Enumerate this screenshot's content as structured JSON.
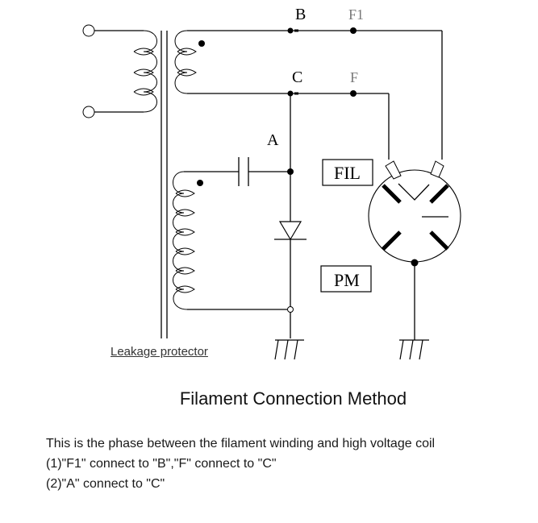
{
  "diagram": {
    "title": "Filament Connection Method",
    "labels": {
      "B": "B",
      "C": "C",
      "A": "A",
      "F1": "F1",
      "F": "F",
      "FIL": "FIL",
      "PM": "PM"
    },
    "leakage_label": "Leakage protector",
    "notes": [
      "This is the phase between the filament winding and high voltage coil",
      "(1)\"F1\" connect to \"B\",\"F\" connect to \"C\"",
      "(2)\"A\" connect to \"C\""
    ]
  }
}
